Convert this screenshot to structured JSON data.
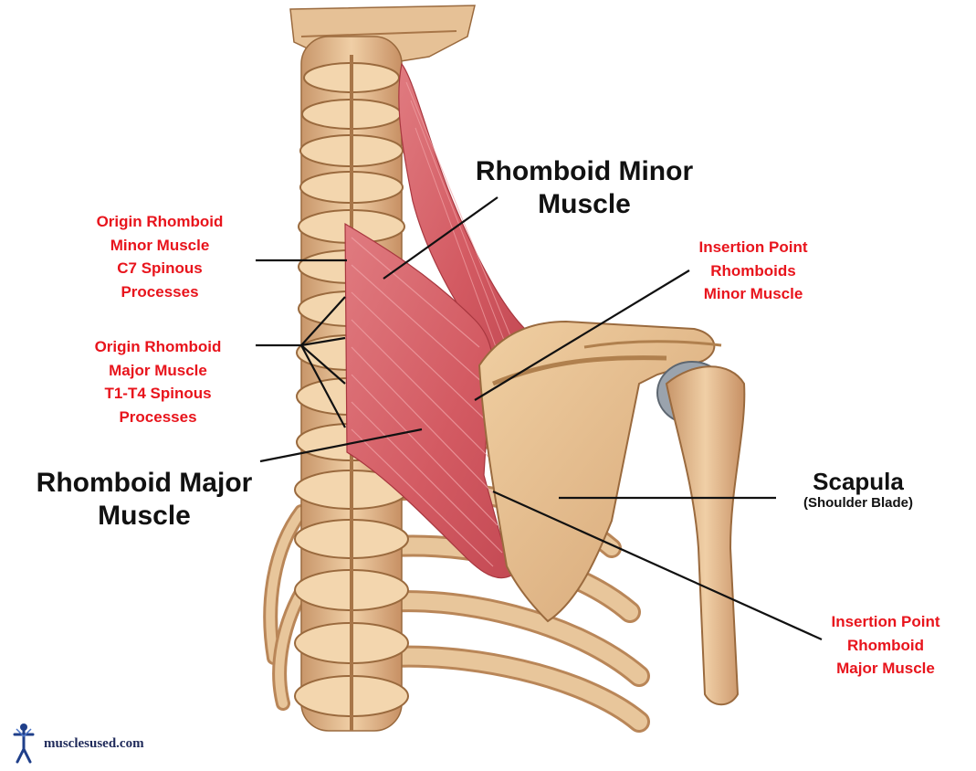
{
  "labels": {
    "rhomboid_minor_title": [
      "Rhomboid Minor",
      "Muscle"
    ],
    "rhomboid_major_title": [
      "Rhomboid Major",
      "Muscle"
    ],
    "origin_minor": [
      "Origin Rhomboid",
      "Minor Muscle",
      "C7 Spinous",
      "Processes"
    ],
    "origin_major": [
      "Origin Rhomboid",
      "Major Muscle",
      "T1-T4 Spinous",
      "Processes"
    ],
    "insertion_minor": [
      "Insertion Point",
      "Rhomboids",
      "Minor Muscle"
    ],
    "insertion_major": [
      "Insertion Point",
      "Rhomboid",
      "Major Muscle"
    ],
    "scapula_title": "Scapula",
    "scapula_sub": "(Shoulder Blade)"
  },
  "logo": {
    "text": "musclesused.com",
    "icon": "human-figure-icon"
  },
  "colors": {
    "label_red": "#e8141c",
    "label_black": "#111111",
    "bone": "#e2b98a",
    "muscle": "#d9646b",
    "leader_line": "#111111"
  }
}
